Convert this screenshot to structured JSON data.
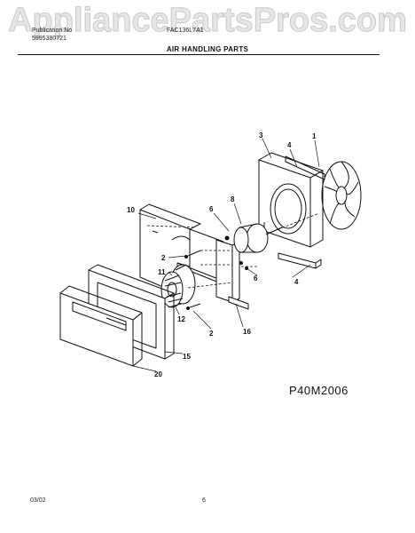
{
  "watermark": "AppliancePartsPros.com",
  "header": {
    "publication_label": "Publication No",
    "publication_number": "5995380721",
    "model": "FAC136L7A1",
    "section_title": "AIR HANDLING PARTS"
  },
  "callouts": {
    "c1": "1",
    "c3": "3",
    "c4a": "4",
    "c4b": "4",
    "c8": "8",
    "c6a": "6",
    "c6b": "6",
    "c10": "10",
    "c2a": "2",
    "c2b": "2",
    "c11": "11",
    "c12": "12",
    "c16": "16",
    "c15": "15",
    "c20": "20"
  },
  "diagram_code": "P40M2006",
  "footer": {
    "date": "03/02",
    "page": "6"
  }
}
